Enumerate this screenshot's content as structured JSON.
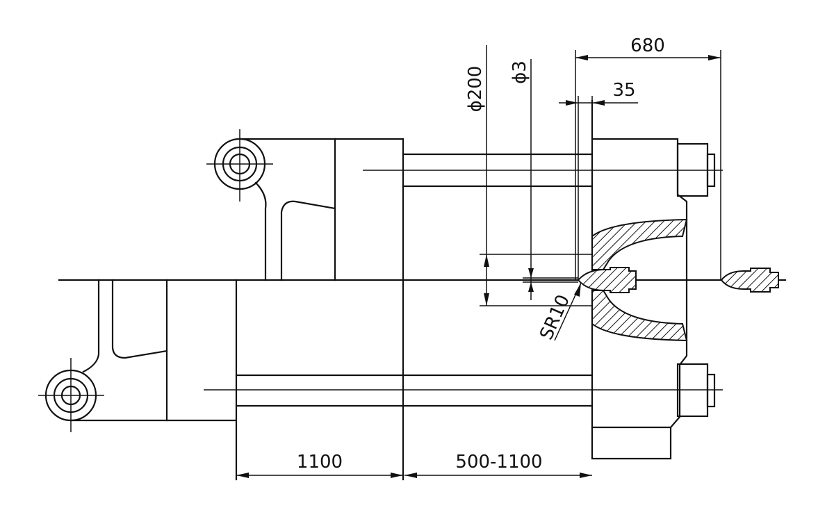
{
  "labels": {
    "dim_680": "680",
    "dim_35": "35",
    "dim_d200": "ϕ200",
    "dim_d3": "ϕ3",
    "dim_sr10": "SR10",
    "dim_1100": "1100",
    "dim_500_1100": "500-1100"
  },
  "colors": {
    "line": "#111111",
    "background": "#ffffff"
  }
}
